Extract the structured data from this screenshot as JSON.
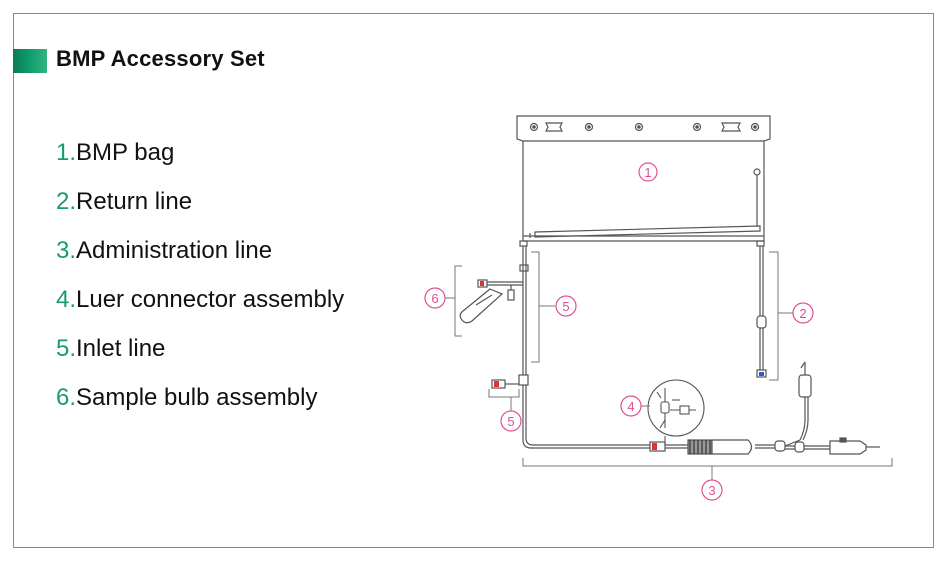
{
  "title": "BMP Accessory Set",
  "items": [
    {
      "number": "1.",
      "label": "BMP bag"
    },
    {
      "number": "2.",
      "label": "Return line"
    },
    {
      "number": "3.",
      "label": "Administration line"
    },
    {
      "number": "4.",
      "label": "Luer connector assembly"
    },
    {
      "number": "5.",
      "label": "Inlet line"
    },
    {
      "number": "6.",
      "label": "Sample bulb assembly"
    }
  ],
  "callouts": {
    "bag": "1",
    "return_line": "2",
    "administration_line": "3",
    "luer_connector": "4",
    "inlet_line_upper": "5",
    "inlet_line_lower": "5",
    "sample_bulb": "6"
  },
  "colors": {
    "accent": "#1a9a72",
    "callout": "#e0508f",
    "line": "#555555"
  }
}
